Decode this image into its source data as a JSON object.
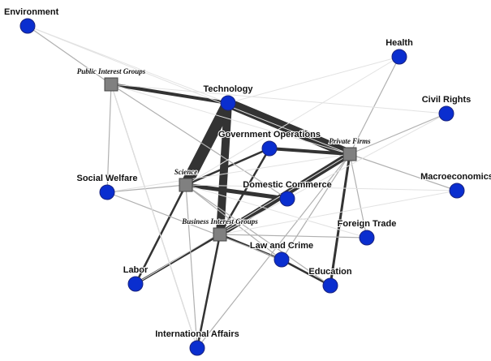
{
  "colors": {
    "topic_node": "#0a2ecf",
    "actor_node": "#808080",
    "edge_strong": "#333333",
    "edge_weak": "#b0b0b0",
    "edge_faint": "#e2e2e2"
  },
  "nodes": [
    {
      "id": "environment",
      "label": "Environment",
      "type": "topic"
    },
    {
      "id": "public_interest_groups",
      "label": "Public Interest Groups",
      "type": "actor"
    },
    {
      "id": "technology",
      "label": "Technology",
      "type": "topic"
    },
    {
      "id": "health",
      "label": "Health",
      "type": "topic"
    },
    {
      "id": "civil_rights",
      "label": "Civil Rights",
      "type": "topic"
    },
    {
      "id": "government_operations",
      "label": "Government Operations",
      "type": "topic"
    },
    {
      "id": "private_firms",
      "label": "Private Firms",
      "type": "actor"
    },
    {
      "id": "social_welfare",
      "label": "Social Welfare",
      "type": "topic"
    },
    {
      "id": "science",
      "label": "Science",
      "type": "actor"
    },
    {
      "id": "domestic_commerce",
      "label": "Domestic Commerce",
      "type": "topic"
    },
    {
      "id": "macroeconomics",
      "label": "Macroeconomics",
      "type": "topic"
    },
    {
      "id": "business_interest_groups",
      "label": "Business Interest Groups",
      "type": "actor"
    },
    {
      "id": "foreign_trade",
      "label": "Foreign Trade",
      "type": "topic"
    },
    {
      "id": "law_and_crime",
      "label": "Law and Crime",
      "type": "topic"
    },
    {
      "id": "labor",
      "label": "Labor",
      "type": "topic"
    },
    {
      "id": "education",
      "label": "Education",
      "type": "topic"
    },
    {
      "id": "international_affairs",
      "label": "International Affairs",
      "type": "topic"
    }
  ],
  "edges": [
    {
      "source": "technology",
      "target": "science",
      "weight": 14
    },
    {
      "source": "technology",
      "target": "private_firms",
      "weight": 12
    },
    {
      "source": "technology",
      "target": "business_interest_groups",
      "weight": 10
    },
    {
      "source": "business_interest_groups",
      "target": "private_firms",
      "weight": 7
    },
    {
      "source": "science",
      "target": "domestic_commerce",
      "weight": 5
    },
    {
      "source": "public_interest_groups",
      "target": "technology",
      "weight": 4
    },
    {
      "source": "government_operations",
      "target": "private_firms",
      "weight": 4
    },
    {
      "source": "private_firms",
      "target": "education",
      "weight": 3
    },
    {
      "source": "business_interest_groups",
      "target": "labor",
      "weight": 3
    },
    {
      "source": "science",
      "target": "government_operations",
      "weight": 2.5
    },
    {
      "source": "business_interest_groups",
      "target": "government_operations",
      "weight": 2.5
    },
    {
      "source": "business_interest_groups",
      "target": "law_and_crime",
      "weight": 2.5
    },
    {
      "source": "law_and_crime",
      "target": "education",
      "weight": 2.5
    },
    {
      "source": "science",
      "target": "labor",
      "weight": 2.5
    },
    {
      "source": "business_interest_groups",
      "target": "international_affairs",
      "weight": 2.5
    },
    {
      "source": "private_firms",
      "target": "health",
      "weight": 1.2
    },
    {
      "source": "private_firms",
      "target": "civil_rights",
      "weight": 1.2
    },
    {
      "source": "private_firms",
      "target": "macroeconomics",
      "weight": 1.2
    },
    {
      "source": "private_firms",
      "target": "foreign_trade",
      "weight": 1
    },
    {
      "source": "private_firms",
      "target": "law_and_crime",
      "weight": 1
    },
    {
      "source": "private_firms",
      "target": "international_affairs",
      "weight": 1
    },
    {
      "source": "science",
      "target": "social_welfare",
      "weight": 1
    },
    {
      "source": "social_welfare",
      "target": "law_and_crime",
      "weight": 1
    },
    {
      "source": "public_interest_groups",
      "target": "social_welfare",
      "weight": 1
    },
    {
      "source": "public_interest_groups",
      "target": "international_affairs",
      "weight": 1
    },
    {
      "source": "public_interest_groups",
      "target": "environment",
      "weight": 0.8
    },
    {
      "source": "business_interest_groups",
      "target": "foreign_trade",
      "weight": 1
    },
    {
      "source": "science",
      "target": "international_affairs",
      "weight": 1
    },
    {
      "source": "science",
      "target": "education",
      "weight": 1
    },
    {
      "source": "science",
      "target": "law_and_crime",
      "weight": 1
    },
    {
      "source": "public_interest_groups",
      "target": "domestic_commerce",
      "weight": 0.8
    },
    {
      "source": "public_interest_groups",
      "target": "private_firms",
      "weight": 0.5
    },
    {
      "source": "public_interest_groups",
      "target": "civil_rights",
      "weight": 0.4
    },
    {
      "source": "environment",
      "target": "technology",
      "weight": 0.4
    },
    {
      "source": "environment",
      "target": "private_firms",
      "weight": 0.4
    },
    {
      "source": "health",
      "target": "technology",
      "weight": 0.4
    },
    {
      "source": "health",
      "target": "science",
      "weight": 0.4
    },
    {
      "source": "civil_rights",
      "target": "business_interest_groups",
      "weight": 0.4
    },
    {
      "source": "macroeconomics",
      "target": "business_interest_groups",
      "weight": 0.4
    },
    {
      "source": "macroeconomics",
      "target": "science",
      "weight": 0.4
    },
    {
      "source": "foreign_trade",
      "target": "science",
      "weight": 0.4
    },
    {
      "source": "labor",
      "target": "private_firms",
      "weight": 0.4
    },
    {
      "source": "social_welfare",
      "target": "private_firms",
      "weight": 0.4
    },
    {
      "source": "international_affairs",
      "target": "public_interest_groups",
      "weight": 0.4
    }
  ]
}
